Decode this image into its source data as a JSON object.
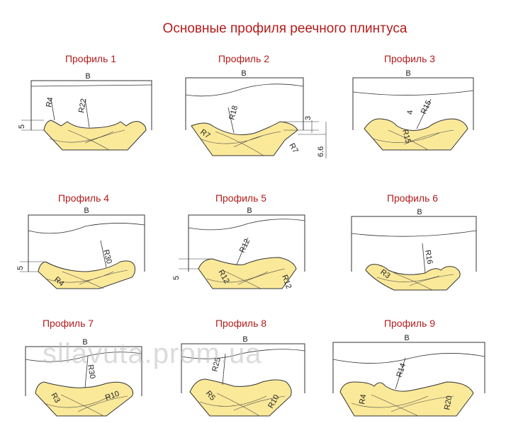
{
  "title": "Основные профиля реечного плинтуса",
  "watermark": "sllavuta.prom.ua",
  "colors": {
    "title": "#b51b1b",
    "fill": "#fbe99a",
    "stroke": "#333333"
  },
  "profiles": [
    {
      "name": "Профиль 1",
      "labels": [
        "B",
        "R4",
        "R22",
        "5"
      ]
    },
    {
      "name": "Профиль 2",
      "labels": [
        "B",
        "R18",
        "R7",
        "R7",
        "3",
        "6.6"
      ]
    },
    {
      "name": "Профиль 3",
      "labels": [
        "B",
        "4",
        "R15",
        "R15"
      ]
    },
    {
      "name": "Профиль 4",
      "labels": [
        "B",
        "R30",
        "5",
        "R4"
      ]
    },
    {
      "name": "Профиль 5",
      "labels": [
        "B",
        "R12",
        "5",
        "R12",
        "R12"
      ]
    },
    {
      "name": "Профиль 6",
      "labels": [
        "B",
        "R16",
        "R3"
      ]
    },
    {
      "name": "Профиль 7",
      "labels": [
        "B",
        "R30",
        "R3",
        "R10"
      ]
    },
    {
      "name": "Профиль 8",
      "labels": [
        "B",
        "R25",
        "R5",
        "R10"
      ]
    },
    {
      "name": "Профиль 9",
      "labels": [
        "B",
        "R14",
        "R4",
        "R20"
      ]
    }
  ]
}
